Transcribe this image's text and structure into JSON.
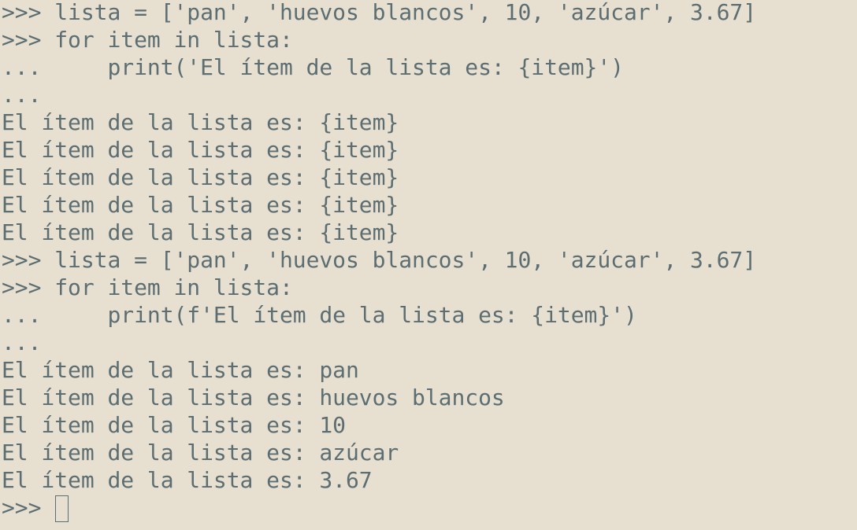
{
  "colors": {
    "background": "#e7e0d0",
    "text": "#5d6e72"
  },
  "terminal": {
    "lines": [
      ">>> lista = ['pan', 'huevos blancos', 10, 'azúcar', 3.67]",
      ">>> for item in lista:",
      "...     print('El ítem de la lista es: {item}')",
      "...",
      "El ítem de la lista es: {item}",
      "El ítem de la lista es: {item}",
      "El ítem de la lista es: {item}",
      "El ítem de la lista es: {item}",
      "El ítem de la lista es: {item}",
      ">>> lista = ['pan', 'huevos blancos', 10, 'azúcar', 3.67]",
      ">>> for item in lista:",
      "...     print(f'El ítem de la lista es: {item}')",
      "...",
      "El ítem de la lista es: pan",
      "El ítem de la lista es: huevos blancos",
      "El ítem de la lista es: 10",
      "El ítem de la lista es: azúcar",
      "El ítem de la lista es: 3.67"
    ],
    "prompt": ">>> "
  }
}
